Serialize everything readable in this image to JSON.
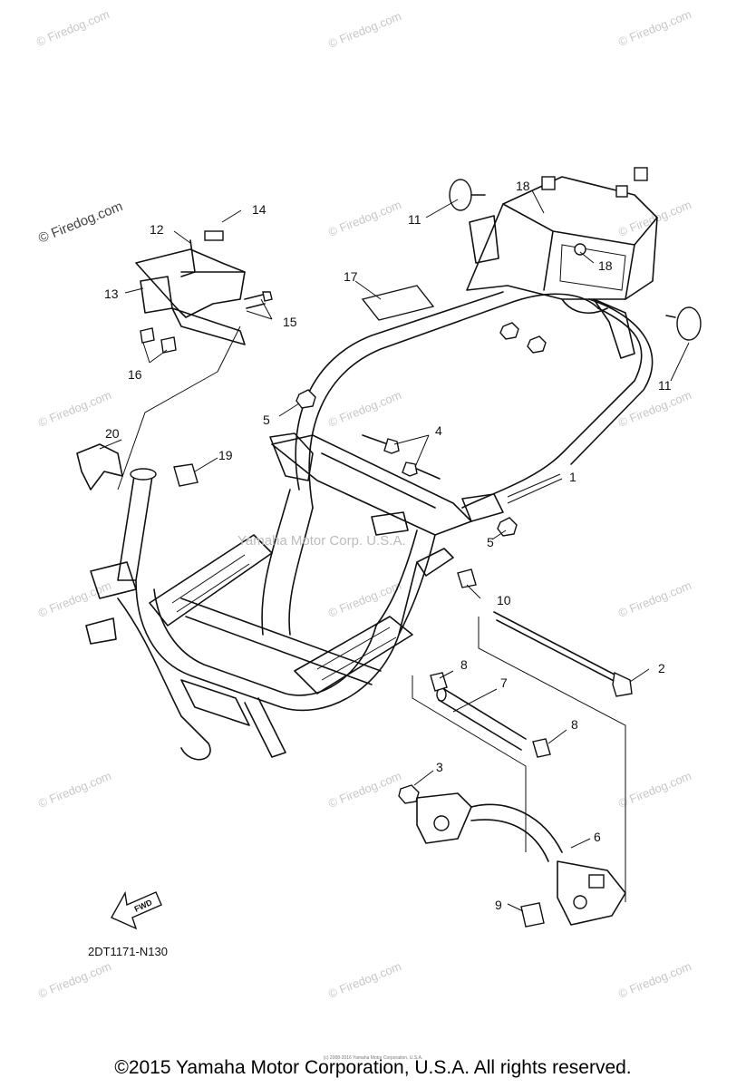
{
  "watermarks": {
    "site": "© Firedog.com",
    "corner": "© Firedog.com",
    "center": "Yamaha Motor Corp. U.S.A."
  },
  "part_numbers": {
    "p1": "1",
    "p2": "2",
    "p3": "3",
    "p4": "4",
    "p5a": "5",
    "p5b": "5",
    "p6": "6",
    "p7": "7",
    "p8a": "8",
    "p8b": "8",
    "p9": "9",
    "p10": "10",
    "p11a": "11",
    "p11b": "11",
    "p12": "12",
    "p13": "13",
    "p14": "14",
    "p15": "15",
    "p16": "16",
    "p17": "17",
    "p18a": "18",
    "p18b": "18",
    "p19": "19",
    "p20": "20"
  },
  "forward_arrow": {
    "label": "FWD"
  },
  "diagram_code": "2DT1171-N130",
  "fineprint": "(c) 2008-2016 Yamaha Motor Corporation, U.S.A.",
  "copyright": "©2015 Yamaha Motor Corporation, U.S.A. All rights reserved."
}
